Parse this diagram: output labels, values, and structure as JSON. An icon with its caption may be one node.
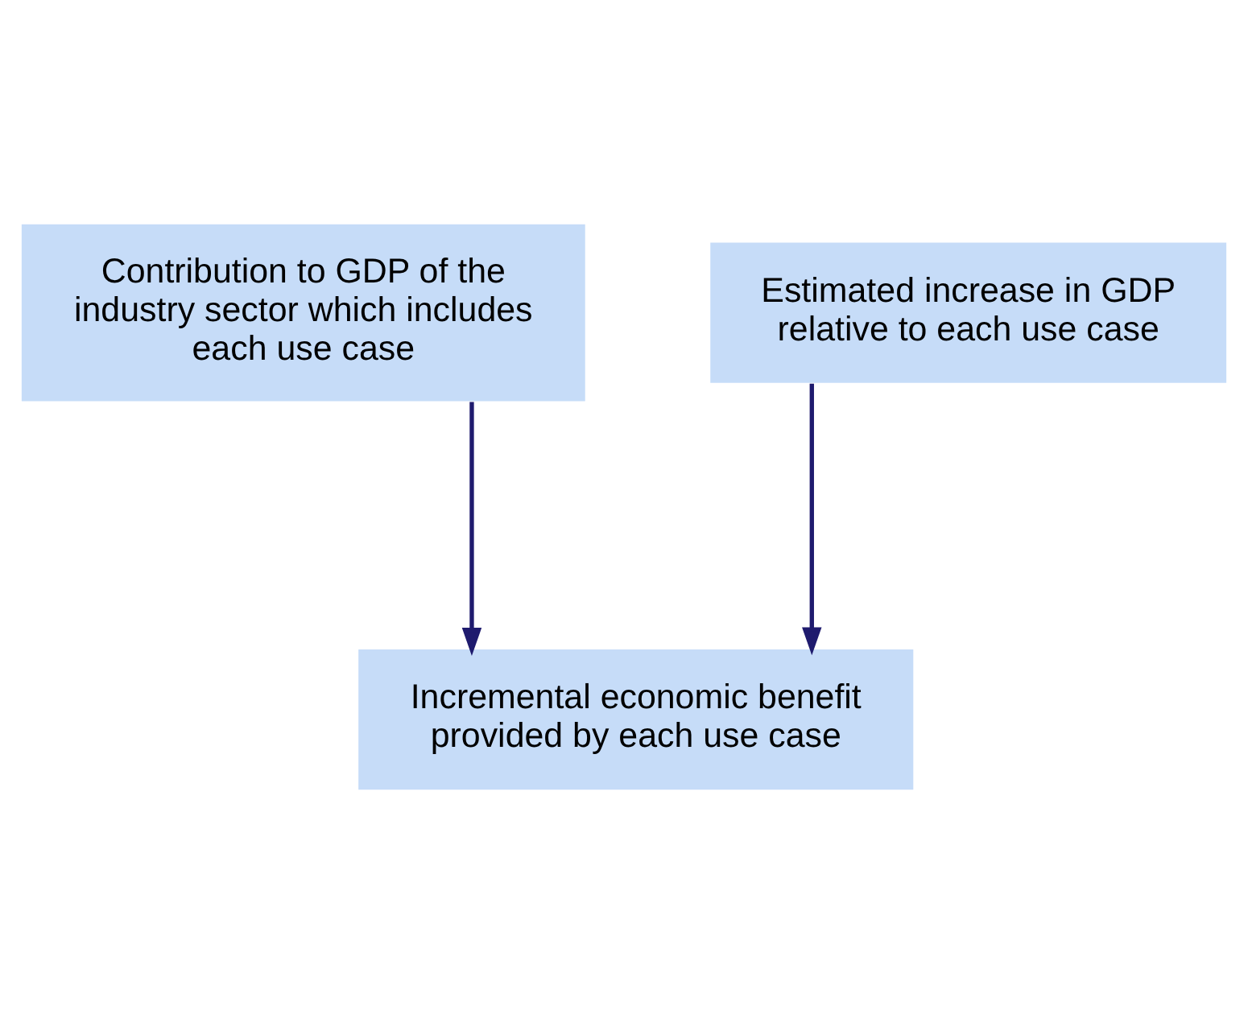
{
  "diagram": {
    "nodes": [
      {
        "text": [
          "Contribution to GDP of the industry sector which includes each use case"
        ]
      },
      {
        "text": [
          "Estimated increase in GDP relative to each use case"
        ]
      },
      {
        "text": [
          "Incremental economic benefit provided by each use case"
        ]
      }
    ],
    "edges": [
      {
        "from": 0,
        "to": 2,
        "arrow": "to",
        "color": "#1f1b6e"
      },
      {
        "from": 1,
        "to": 2,
        "arrow": "to",
        "color": "#1f1b6e"
      }
    ]
  }
}
